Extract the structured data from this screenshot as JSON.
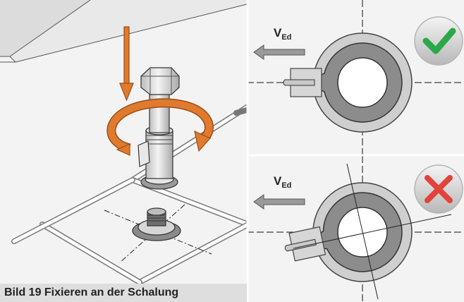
{
  "caption": "Bild 19  Fixieren an der Schalung",
  "panels": [
    {
      "id": "correct",
      "force_label": "V",
      "force_sub": "Ed",
      "status": "check-mark-icon",
      "status_color": "#2aa84a"
    },
    {
      "id": "incorrect",
      "force_label": "V",
      "force_sub": "Ed",
      "status": "cross-mark-icon",
      "status_color": "#e2433a"
    }
  ],
  "colors": {
    "arrow": "#e07a2e",
    "surface": "#efefef",
    "ring": "#8c8c8c",
    "metal": "#d4d4d4"
  }
}
